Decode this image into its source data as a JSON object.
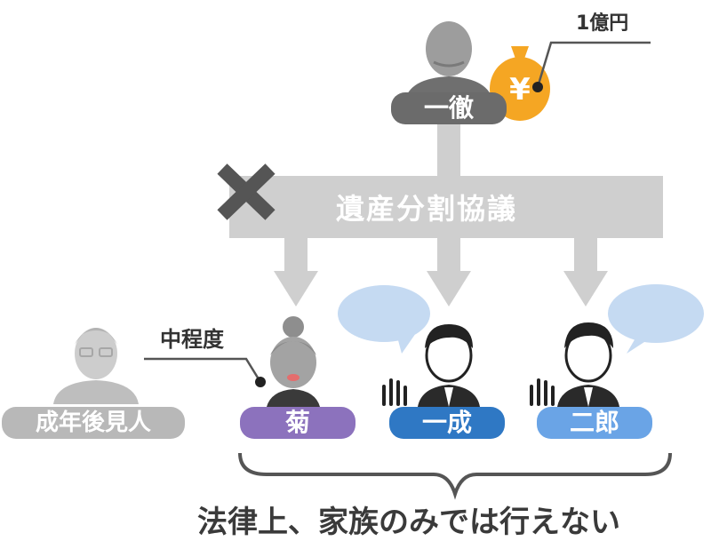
{
  "decedent": {
    "name": "一徹",
    "money_label": "1億円",
    "money_symbol": "¥"
  },
  "process": {
    "label": "遺産分割協議",
    "mark": "✕"
  },
  "heirs": [
    {
      "name": "菊",
      "color": "#8c72bd"
    },
    {
      "name": "一成",
      "color": "#2f78c4"
    },
    {
      "name": "二郎",
      "color": "#6aa4e6"
    }
  ],
  "guardian": {
    "name": "成年後見人",
    "condition_label": "中程度"
  },
  "conclusion": "法律上、家族のみでは行えない",
  "colors": {
    "gray_band": "#cfcfcf",
    "pill_gray": "#6b6b6b",
    "pill_light_gray": "#b8b8b8",
    "bubble": "#c5daf2",
    "money_bag": "#f5a623"
  }
}
